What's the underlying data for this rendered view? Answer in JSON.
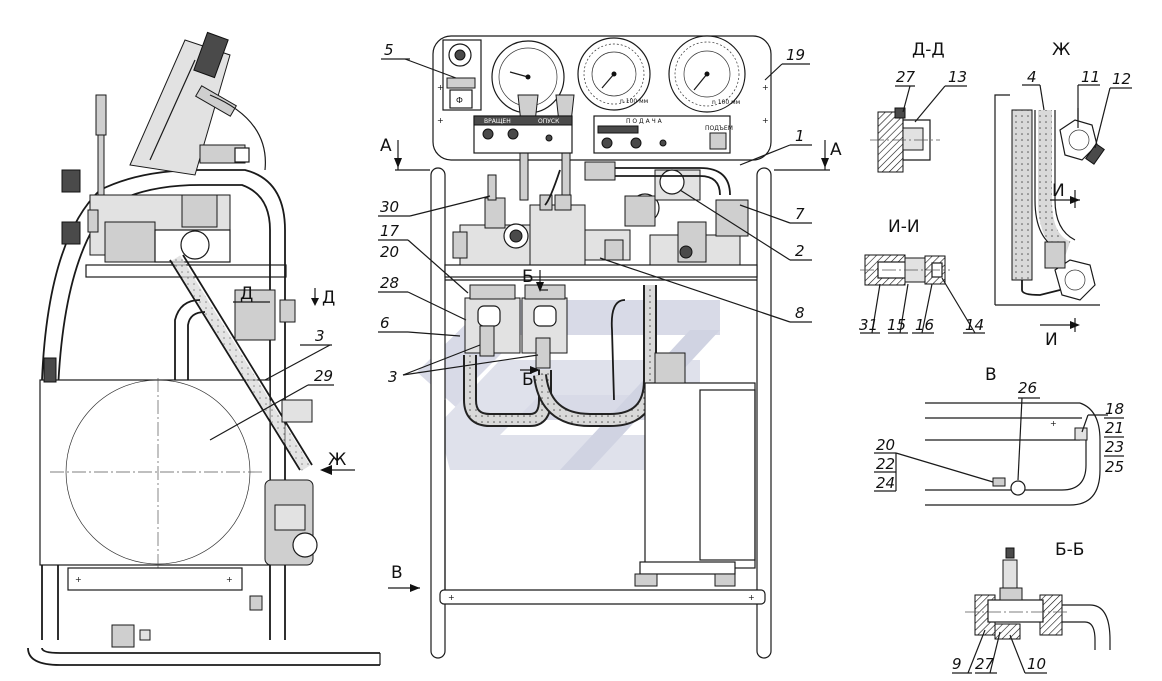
{
  "callouts": {
    "c1": "1",
    "c2": "2",
    "c3a": "3",
    "c3b": "3",
    "c4": "4",
    "c5": "5",
    "c6": "6",
    "c7": "7",
    "c8": "8",
    "c9": "9",
    "c10": "10",
    "c11": "11",
    "c12": "12",
    "c13": "13",
    "c14": "14",
    "c15": "15",
    "c16": "16",
    "c17": "17",
    "c18": "18",
    "c19": "19",
    "c20a": "20",
    "c20b": "20",
    "c21": "21",
    "c22": "22",
    "c23": "23",
    "c24": "24",
    "c25": "25",
    "c26": "26",
    "c27a": "27",
    "c27b": "27",
    "c28": "28",
    "c29": "29",
    "c30": "30",
    "c31": "31"
  },
  "section_marks": {
    "a_left": "А",
    "a_right": "А",
    "d_mark": "Д",
    "zh_arrow": "Ж",
    "v_arrow": "В",
    "b_mark_top": "Б",
    "b_mark_bottom": "Б",
    "i_top": "И",
    "i_bottom": "И"
  },
  "view_titles": {
    "dd": "Д-Д",
    "zh": "Ж",
    "ii": "И-И",
    "v": "В",
    "bb": "Б-Б"
  },
  "panel_labels": {
    "rotation": "ВРАЩЕН",
    "feed": "П О Д А Ч А",
    "lowering": "ОПУСК",
    "lifting": "ПОДЪЕМ",
    "rpm_left": "n 100 мм",
    "rpm_right": "n 100 мм"
  }
}
